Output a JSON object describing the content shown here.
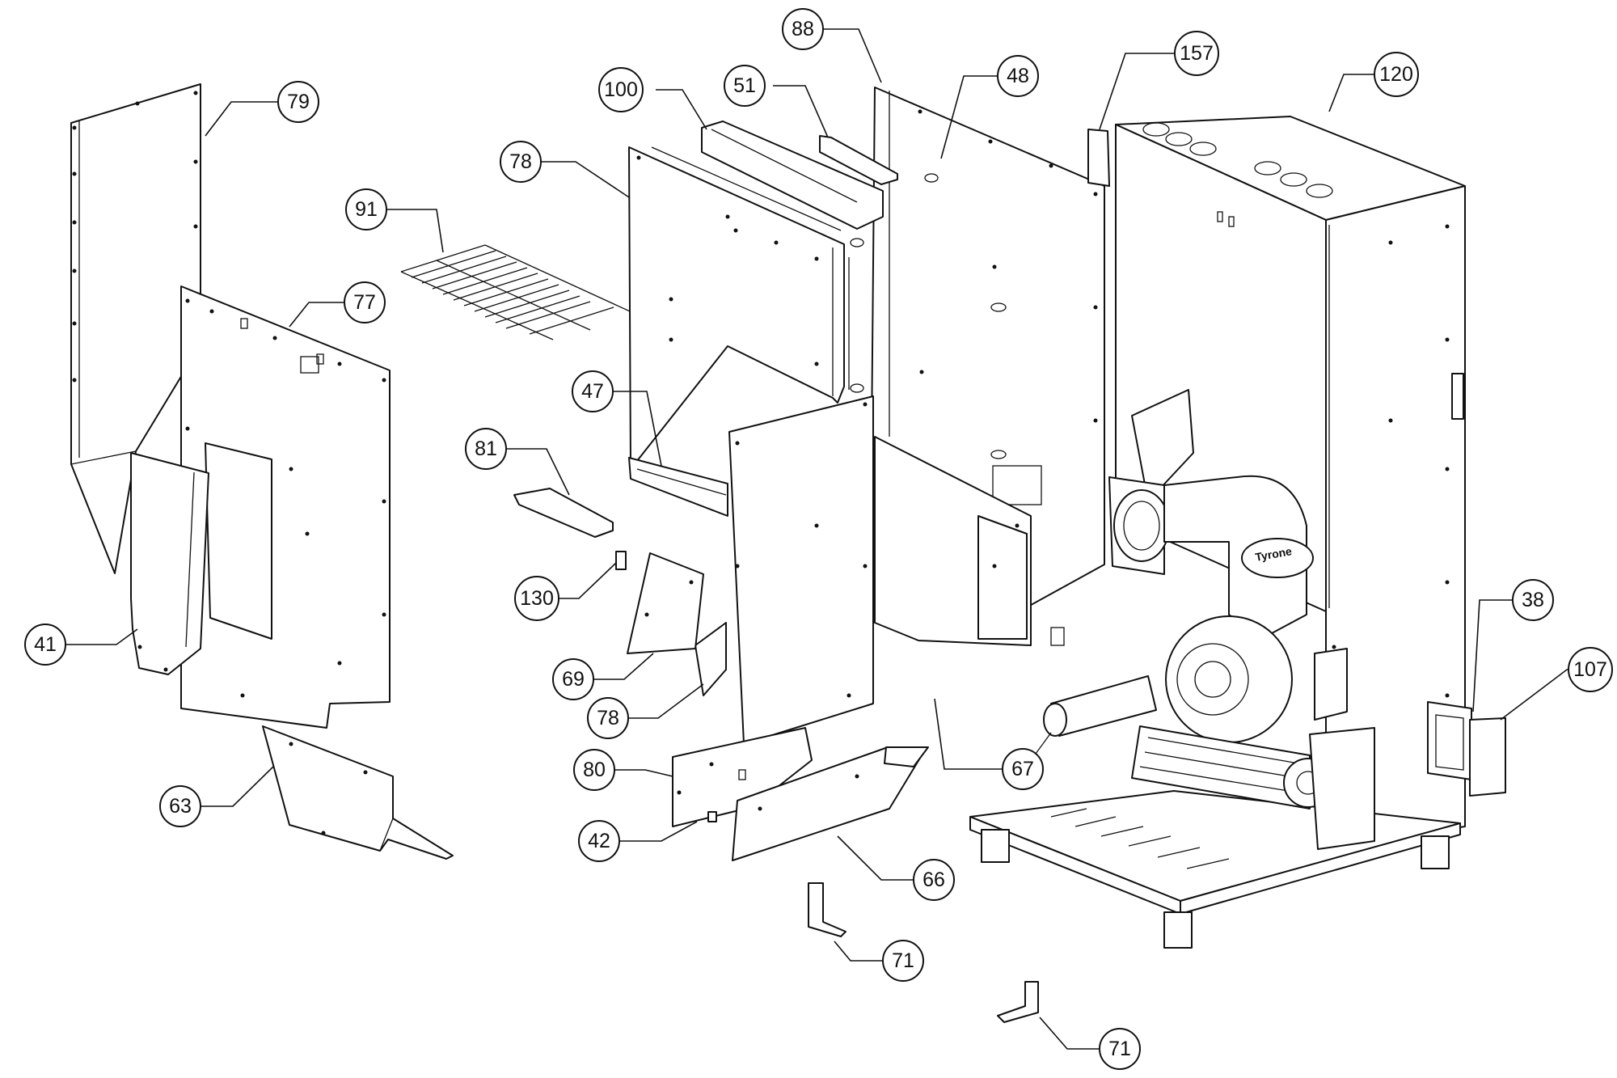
{
  "callouts": [
    {
      "label": "79"
    },
    {
      "label": "77"
    },
    {
      "label": "41"
    },
    {
      "label": "63"
    },
    {
      "label": "91"
    },
    {
      "label": "100"
    },
    {
      "label": "78"
    },
    {
      "label": "51"
    },
    {
      "label": "88"
    },
    {
      "label": "48"
    },
    {
      "label": "157"
    },
    {
      "label": "120"
    },
    {
      "label": "47"
    },
    {
      "label": "81"
    },
    {
      "label": "130"
    },
    {
      "label": "69"
    },
    {
      "label": "78"
    },
    {
      "label": "80"
    },
    {
      "label": "42"
    },
    {
      "label": "66"
    },
    {
      "label": "67"
    },
    {
      "label": "71"
    },
    {
      "label": "71"
    },
    {
      "label": "38"
    },
    {
      "label": "107"
    }
  ],
  "logo_text": "Tyrone"
}
